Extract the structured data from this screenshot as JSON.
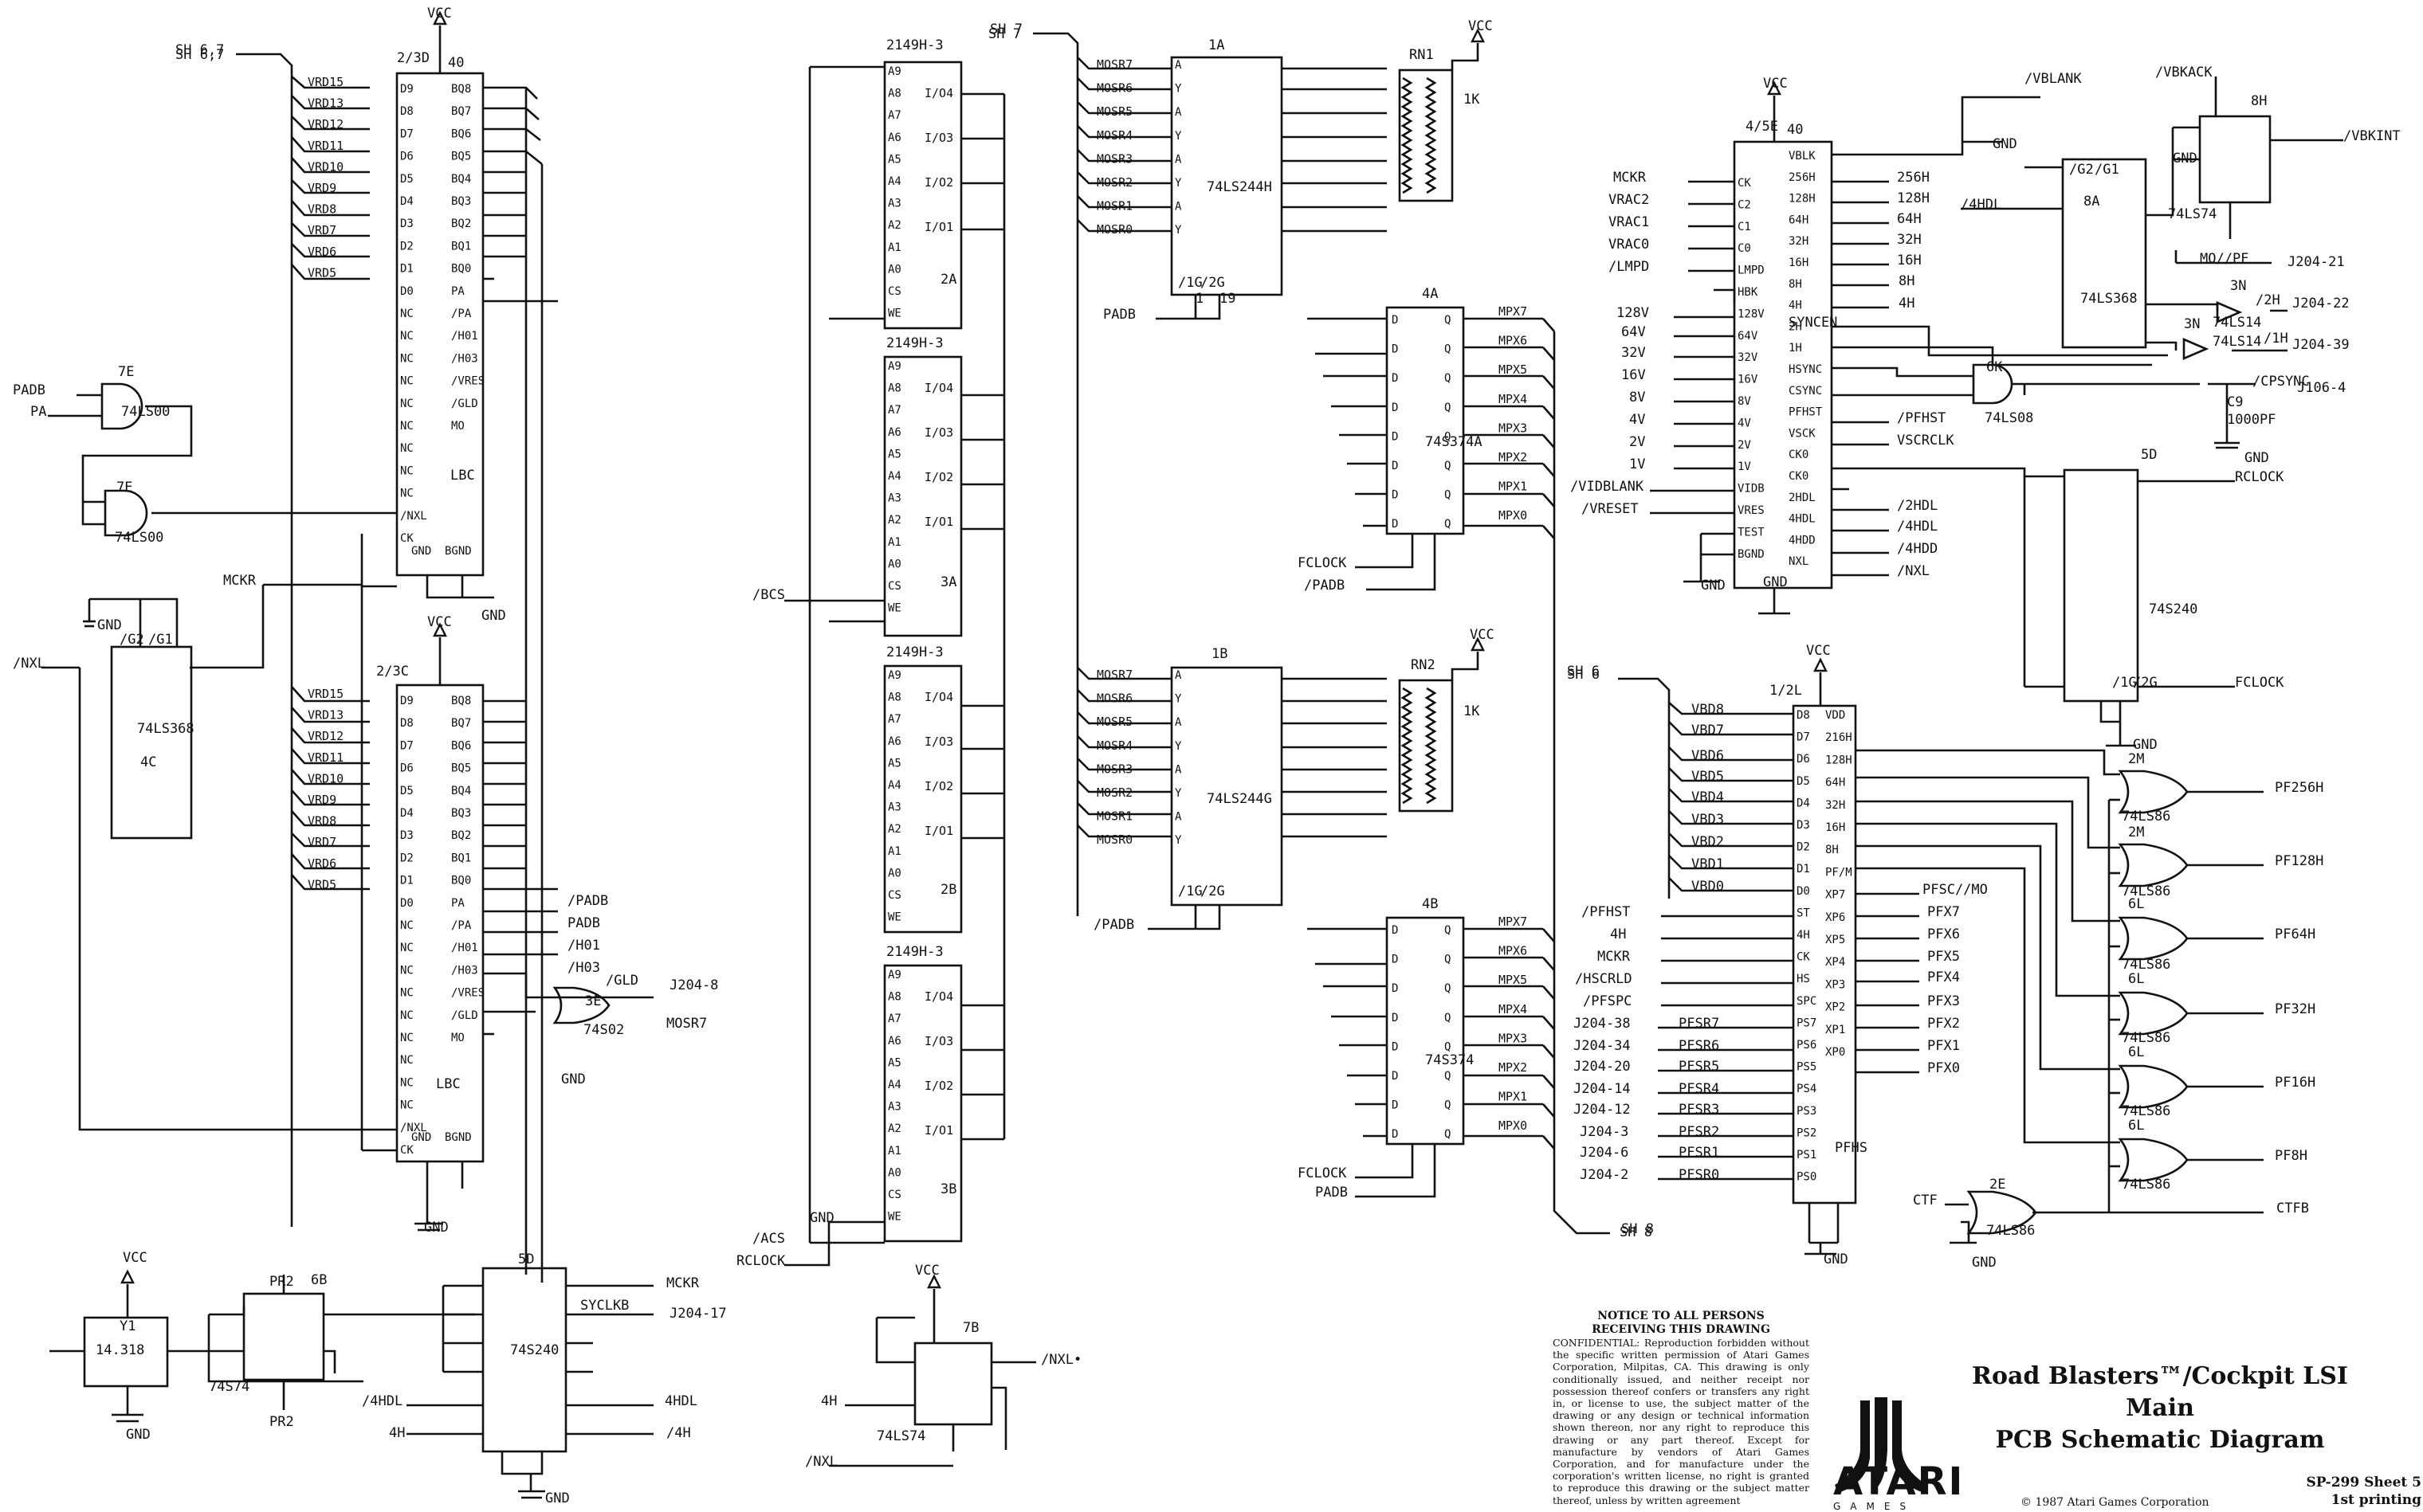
{
  "title_block": {
    "title_line1": "Road Blasters™/Cockpit LSI Main",
    "title_line2": "PCB Schematic Diagram",
    "doc_number": "SP-299",
    "sheet": "Sheet 5",
    "printing": "1st printing",
    "copyright": "© 1987 Atari Games Corporation",
    "logo_text": "ATARI",
    "logo_sub": "GAMES"
  },
  "notice": {
    "heading1": "NOTICE TO ALL PERSONS",
    "heading2": "RECEIVING THIS DRAWING",
    "body": "CONFIDENTIAL: Reproduction forbidden without the specific written permission of Atari Games Corporation, Milpitas, CA. This drawing is only conditionally issued, and neither receipt nor possession thereof confers or transfers any right in, or license to use, the subject matter of the drawing or any design or technical information shown thereon, nor any right to reproduce this drawing or any part thereof. Except for manufacture by vendors of Atari Games Corporation, and for manufacture under the corporation's written license, no right is granted to reproduce this drawing or the subject matter thereof, unless by written agreement"
  },
  "sheet_refs": [
    "SH 6,7",
    "SH 7",
    "SH 6",
    "SH 8"
  ],
  "labels": [
    [
      "VCC",
      536,
      22
    ],
    [
      "2/3D",
      498,
      78
    ],
    [
      "40",
      562,
      84
    ],
    [
      "LBC",
      565,
      602
    ],
    [
      "SH 6,7",
      220,
      68
    ],
    [
      "PADB",
      16,
      495
    ],
    [
      "PA",
      38,
      522
    ],
    [
      "7E",
      148,
      472
    ],
    [
      "74LS00",
      152,
      522
    ],
    [
      "7E",
      146,
      617
    ],
    [
      "74LS00",
      144,
      680
    ],
    [
      "MCKR",
      280,
      734
    ],
    [
      "/NXL",
      16,
      838
    ],
    [
      "74LS368",
      172,
      920
    ],
    [
      "4C",
      176,
      962
    ],
    [
      "/G2",
      150,
      808
    ],
    [
      "/G1",
      186,
      808
    ],
    [
      "GND",
      122,
      790
    ],
    [
      "VCC",
      536,
      786
    ],
    [
      "2/3C",
      472,
      848
    ],
    [
      "LBC",
      547,
      1366
    ],
    [
      "GND",
      532,
      1546
    ],
    [
      "GND",
      604,
      778
    ],
    [
      "/PADB",
      712,
      1136
    ],
    [
      "PADB",
      712,
      1164
    ],
    [
      "/H01",
      712,
      1192
    ],
    [
      "/H03",
      712,
      1220
    ],
    [
      "/GLD",
      760,
      1236
    ],
    [
      "J204-8",
      840,
      1242
    ],
    [
      "3E",
      734,
      1262
    ],
    [
      "74S02",
      732,
      1298
    ],
    [
      "MOSR7",
      836,
      1290
    ],
    [
      "GND",
      704,
      1360
    ],
    [
      "2149H-3",
      1112,
      62
    ],
    [
      "2A",
      1180,
      356
    ],
    [
      "2149H-3",
      1112,
      436
    ],
    [
      "3A",
      1180,
      736
    ],
    [
      "2149H-3",
      1112,
      824
    ],
    [
      "2B",
      1180,
      1122
    ],
    [
      "2149H-3",
      1112,
      1200
    ],
    [
      "3B",
      1180,
      1498
    ],
    [
      "/BCS",
      944,
      752
    ],
    [
      "/ACS",
      944,
      1560
    ],
    [
      "RCLOCK",
      924,
      1588
    ],
    [
      "GND",
      1016,
      1534
    ],
    [
      "SH 7",
      1242,
      42
    ],
    [
      "1A",
      1516,
      62
    ],
    [
      "74LS244H",
      1514,
      240
    ],
    [
      "/1G",
      1478,
      360
    ],
    [
      "/2G",
      1506,
      360
    ],
    [
      "PADB",
      1384,
      400
    ],
    [
      "1",
      1500,
      380
    ],
    [
      "19",
      1530,
      380
    ],
    [
      "1B",
      1520,
      826
    ],
    [
      "74LS244G",
      1514,
      1008
    ],
    [
      "/1G",
      1478,
      1124
    ],
    [
      "/2G",
      1506,
      1124
    ],
    [
      "/PADB",
      1372,
      1166
    ],
    [
      "RN1",
      1768,
      74
    ],
    [
      "1K",
      1836,
      130
    ],
    [
      "VCC",
      1842,
      38
    ],
    [
      "RN2",
      1770,
      840
    ],
    [
      "1K",
      1836,
      898
    ],
    [
      "VCC",
      1844,
      802
    ],
    [
      "4A",
      1784,
      374
    ],
    [
      "74S374A",
      1788,
      560
    ],
    [
      "FCLOCK",
      1628,
      712
    ],
    [
      "/PADB",
      1636,
      740
    ],
    [
      "4B",
      1784,
      1140
    ],
    [
      "74S374",
      1788,
      1336
    ],
    [
      "FCLOCK",
      1628,
      1478
    ],
    [
      "PADB",
      1650,
      1502
    ],
    [
      "VCC",
      2212,
      110
    ],
    [
      "4/5E",
      2190,
      164
    ],
    [
      "40",
      2242,
      168
    ],
    [
      "SYNCEN",
      2244,
      410
    ],
    [
      "GND",
      2212,
      736
    ],
    [
      "GND",
      2134,
      740
    ],
    [
      "MCKR",
      2024,
      228
    ],
    [
      "VRAC2",
      2018,
      256
    ],
    [
      "VRAC1",
      2018,
      284
    ],
    [
      "VRAC0",
      2018,
      312
    ],
    [
      "/LMPD",
      2018,
      340
    ],
    [
      "128V",
      2028,
      398
    ],
    [
      "64V",
      2034,
      422
    ],
    [
      "32V",
      2034,
      448
    ],
    [
      "16V",
      2034,
      476
    ],
    [
      "8V",
      2044,
      504
    ],
    [
      "4V",
      2044,
      532
    ],
    [
      "2V",
      2044,
      560
    ],
    [
      "1V",
      2044,
      588
    ],
    [
      "/VIDBLANK",
      1970,
      616
    ],
    [
      "/VRESET",
      1984,
      644
    ],
    [
      "256H",
      2380,
      228
    ],
    [
      "128H",
      2380,
      254
    ],
    [
      "64H",
      2380,
      280
    ],
    [
      "32H",
      2380,
      306
    ],
    [
      "16H",
      2380,
      332
    ],
    [
      "8H",
      2382,
      358
    ],
    [
      "4H",
      2382,
      386
    ],
    [
      "/PFHST",
      2380,
      530
    ],
    [
      "VSCRCLK",
      2380,
      558
    ],
    [
      "/2HDL",
      2380,
      640
    ],
    [
      "/4HDL",
      2380,
      666
    ],
    [
      "/4HDD",
      2380,
      694
    ],
    [
      "/NXL",
      2380,
      722
    ],
    [
      "/VBLANK",
      2540,
      104
    ],
    [
      "GND",
      2500,
      186
    ],
    [
      "/4HDL",
      2460,
      262
    ],
    [
      "8A",
      2614,
      258
    ],
    [
      "74LS368",
      2610,
      380
    ],
    [
      "/G2",
      2596,
      218
    ],
    [
      "/G1",
      2628,
      218
    ],
    [
      "/VBKACK",
      2704,
      96
    ],
    [
      "8H",
      2824,
      132
    ],
    [
      "GND",
      2726,
      204
    ],
    [
      "/VBKINT",
      2940,
      176
    ],
    [
      "74LS74",
      2720,
      274
    ],
    [
      "MO//PF",
      2760,
      330
    ],
    [
      "J204-21",
      2870,
      334
    ],
    [
      "3N",
      2798,
      364
    ],
    [
      "74LS14",
      2776,
      410
    ],
    [
      "/2H",
      2830,
      382
    ],
    [
      "J204-22",
      2876,
      386
    ],
    [
      "3N",
      2740,
      412
    ],
    [
      "74LS14",
      2776,
      434
    ],
    [
      "/1H",
      2840,
      430
    ],
    [
      "J204-39",
      2876,
      438
    ],
    [
      "6K",
      2492,
      466
    ],
    [
      "74LS08",
      2490,
      530
    ],
    [
      "/CPSYNC",
      2826,
      484
    ],
    [
      "J106-4",
      2882,
      492
    ],
    [
      "C9",
      2794,
      510
    ],
    [
      "1000PF",
      2794,
      532
    ],
    [
      "GND",
      2816,
      580
    ],
    [
      "5D",
      2686,
      576
    ],
    [
      "74S240",
      2696,
      770
    ],
    [
      "RCLOCK",
      2804,
      604
    ],
    [
      "FCLOCK",
      2804,
      862
    ],
    [
      "GND",
      2676,
      940
    ],
    [
      "/1G",
      2650,
      862
    ],
    [
      "/2G",
      2676,
      862
    ],
    [
      "SH 6",
      1966,
      848
    ],
    [
      "VCC",
      2266,
      822
    ],
    [
      "1/2L",
      2220,
      872
    ],
    [
      "PFHS",
      2302,
      1446
    ],
    [
      "GND",
      2288,
      1586
    ],
    [
      "VBD8",
      2122,
      896
    ],
    [
      "VBD7",
      2122,
      922
    ],
    [
      "VBD6",
      2122,
      954
    ],
    [
      "VBD5",
      2122,
      980
    ],
    [
      "VBD4",
      2122,
      1006
    ],
    [
      "VBD3",
      2122,
      1034
    ],
    [
      "VBD2",
      2122,
      1062
    ],
    [
      "VBD1",
      2122,
      1090
    ],
    [
      "VBD0",
      2122,
      1118
    ],
    [
      "/PFHST",
      1984,
      1150
    ],
    [
      "4H",
      2020,
      1178
    ],
    [
      "MCKR",
      2004,
      1206
    ],
    [
      "/HSCRLD",
      1976,
      1234
    ],
    [
      "/PFSPC",
      1986,
      1262
    ],
    [
      "J204-38",
      1974,
      1290
    ],
    [
      "J204-34",
      1974,
      1318
    ],
    [
      "J204-20",
      1974,
      1344
    ],
    [
      "J204-14",
      1974,
      1372
    ],
    [
      "J204-12",
      1974,
      1398
    ],
    [
      "J204-3",
      1982,
      1426
    ],
    [
      "J204-6",
      1982,
      1452
    ],
    [
      "J204-2",
      1982,
      1480
    ],
    [
      "PFSR7",
      2106,
      1290
    ],
    [
      "PFSR6",
      2106,
      1318
    ],
    [
      "PFSR5",
      2106,
      1344
    ],
    [
      "PFSR4",
      2106,
      1372
    ],
    [
      "PFSR3",
      2106,
      1398
    ],
    [
      "PFSR2",
      2106,
      1426
    ],
    [
      "PFSR1",
      2106,
      1452
    ],
    [
      "PFSR0",
      2106,
      1480
    ],
    [
      "PFSC//MO",
      2412,
      1122
    ],
    [
      "PFX7",
      2418,
      1150
    ],
    [
      "PFX6",
      2418,
      1178
    ],
    [
      "PFX5",
      2418,
      1206
    ],
    [
      "PFX4",
      2418,
      1232
    ],
    [
      "PFX3",
      2418,
      1262
    ],
    [
      "PFX2",
      2418,
      1290
    ],
    [
      "PFX1",
      2418,
      1318
    ],
    [
      "PFX0",
      2418,
      1346
    ],
    [
      "2M",
      2670,
      958
    ],
    [
      "74LS86",
      2662,
      1030
    ],
    [
      "PF256H",
      2854,
      994
    ],
    [
      "2M",
      2670,
      1050
    ],
    [
      "74LS86",
      2662,
      1124
    ],
    [
      "PF128H",
      2854,
      1086
    ],
    [
      "6L",
      2670,
      1140
    ],
    [
      "74LS86",
      2662,
      1216
    ],
    [
      "PF64H",
      2854,
      1178
    ],
    [
      "6L",
      2670,
      1234
    ],
    [
      "74LS86",
      2662,
      1308
    ],
    [
      "PF32H",
      2854,
      1272
    ],
    [
      "6L",
      2670,
      1326
    ],
    [
      "74LS86",
      2662,
      1400
    ],
    [
      "PF16H",
      2854,
      1364
    ],
    [
      "6L",
      2670,
      1418
    ],
    [
      "74LS86",
      2662,
      1492
    ],
    [
      "PF8H",
      2854,
      1456
    ],
    [
      "CTF",
      2400,
      1512
    ],
    [
      "2E",
      2496,
      1492
    ],
    [
      "74LS86",
      2492,
      1550
    ],
    [
      "CTFB",
      2856,
      1522
    ],
    [
      "GND",
      2474,
      1590
    ],
    [
      "SH 8",
      2034,
      1548
    ],
    [
      "VCC",
      154,
      1584
    ],
    [
      "Y1",
      150,
      1670
    ],
    [
      "14.318",
      120,
      1700
    ],
    [
      "GND",
      158,
      1806
    ],
    [
      "PR2",
      338,
      1614
    ],
    [
      "6B",
      390,
      1612
    ],
    [
      "74S74",
      262,
      1746
    ],
    [
      "PR2",
      338,
      1790
    ],
    [
      "5D",
      650,
      1586
    ],
    [
      "74S240",
      640,
      1700
    ],
    [
      "MCKR",
      836,
      1616
    ],
    [
      "SYCLKB",
      728,
      1644
    ],
    [
      "J204-17",
      840,
      1654
    ],
    [
      "/4HDL",
      454,
      1764
    ],
    [
      "4HDL",
      834,
      1764
    ],
    [
      "4H",
      488,
      1804
    ],
    [
      "/4H",
      836,
      1804
    ],
    [
      "GND",
      684,
      1886
    ],
    [
      "VCC",
      1148,
      1600
    ],
    [
      "7B",
      1208,
      1672
    ],
    [
      "/NXL•",
      1306,
      1712
    ],
    [
      "4H",
      1030,
      1764
    ],
    [
      "74LS74",
      1100,
      1808
    ],
    [
      "/NXL",
      1010,
      1840
    ]
  ],
  "chip_2_3": {
    "inputs": [
      "VRD15",
      "VRD13",
      "VRD12",
      "VRD11",
      "VRD10",
      "VRD9",
      "VRD8",
      "VRD7",
      "VRD6",
      "VRD5"
    ],
    "pins_left": [
      "D9",
      "D8",
      "D7",
      "D6",
      "D5",
      "D4",
      "D3",
      "D2",
      "D1",
      "D0",
      "NC",
      "NC",
      "NC",
      "NC",
      "NC",
      "NC",
      "NC",
      "NC",
      "NC",
      "/NXL",
      "CK"
    ],
    "pins_right": [
      "BQ8",
      "BQ7",
      "BQ6",
      "BQ5",
      "BQ4",
      "BQ3",
      "BQ2",
      "BQ1",
      "BQ0",
      "PA",
      "/PA",
      "/H01",
      "/H03",
      "/VRES",
      "/GLD",
      "MO"
    ],
    "bottom_pins": [
      "GND",
      "BGND"
    ]
  },
  "chip_2149": {
    "left_pins": [
      "A9",
      "A8",
      "A7",
      "A6",
      "A5",
      "A4",
      "A3",
      "A2",
      "A1",
      "A0",
      "CS",
      "WE"
    ],
    "right_pins": [
      "I/O4",
      "I/O3",
      "I/O2",
      "I/O1"
    ]
  },
  "chip_244": {
    "inputs": [
      "MOSR7",
      "MOSR6",
      "MOSR5",
      "MOSR4",
      "MOSR3",
      "MOSR2",
      "MOSR1",
      "MOSR0"
    ]
  },
  "chip_374": {
    "outputs": [
      "MPX7",
      "MPX6",
      "MPX5",
      "MPX4",
      "MPX3",
      "MPX2",
      "MPX1",
      "MPX0"
    ]
  },
  "chip_syncen": {
    "left_pins": [
      "CK",
      "C2",
      "C1",
      "C0",
      "LMPD",
      "HBK",
      "128V",
      "64V",
      "32V",
      "16V",
      "8V",
      "4V",
      "2V",
      "1V",
      "VIDB",
      "VRES",
      "TEST",
      "BGND"
    ],
    "right_pins": [
      "VBLK",
      "256H",
      "128H",
      "64H",
      "32H",
      "16H",
      "8H",
      "4H",
      "2H",
      "1H",
      "HSYNC",
      "CSYNC",
      "PFHST",
      "VSCK",
      "CK0",
      "CK0",
      "2HDL",
      "4HDL",
      "4HDD",
      "NXL"
    ]
  },
  "chip_pfhs": {
    "left_pins": [
      "D8",
      "D7",
      "D6",
      "D5",
      "D4",
      "D3",
      "D2",
      "D1",
      "D0",
      "ST",
      "4H",
      "CK",
      "HS",
      "SPC",
      "PS7",
      "PS6",
      "PS5",
      "PS4",
      "PS3",
      "PS2",
      "PS1",
      "PS0"
    ],
    "right_pins": [
      "VDD",
      "216H",
      "128H",
      "64H",
      "32H",
      "16H",
      "8H",
      "PF/M",
      "XP7",
      "XP6",
      "XP5",
      "XP4",
      "XP3",
      "XP2",
      "XP1",
      "XP0"
    ]
  }
}
